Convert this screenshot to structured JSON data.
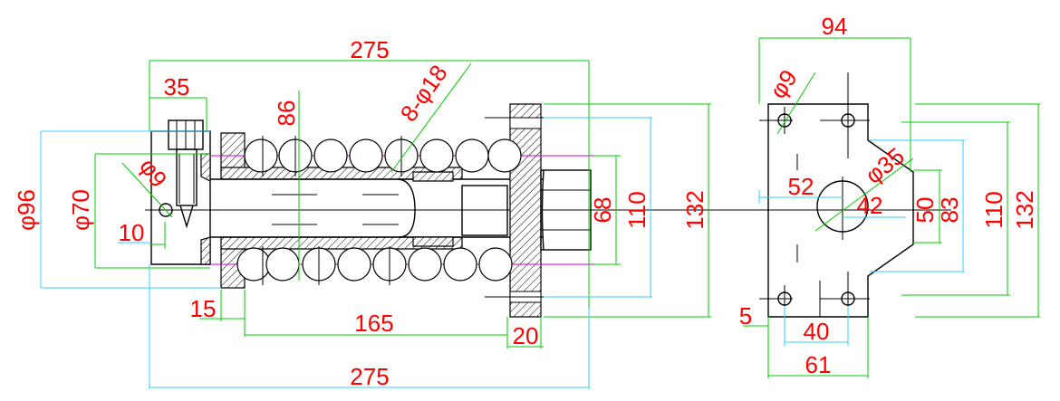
{
  "colors": {
    "dimension_text": "#ff0000",
    "dim_line_green": "#00cc00",
    "dim_line_cyan": "#33ccff",
    "outline": "#000000",
    "wire": "#cc00cc"
  },
  "front_view": {
    "dims": {
      "overall_top": "275",
      "overall_bottom": "275",
      "d35": "35",
      "d86": "86",
      "holes": "8-φ18",
      "phi9": "φ9",
      "phi96": "φ96",
      "phi70": "φ70",
      "d10": "10",
      "d15": "15",
      "d165": "165",
      "d20": "20",
      "d68": "68",
      "d110": "110",
      "d132": "132"
    }
  },
  "side_view": {
    "dims": {
      "d94": "94",
      "phi9": "φ9",
      "phi35": "φ35",
      "d52": "52",
      "d42": "42",
      "d50": "50",
      "d83": "83",
      "d110": "110",
      "d132": "132",
      "d5": "5",
      "d40": "40",
      "d61": "61"
    }
  }
}
